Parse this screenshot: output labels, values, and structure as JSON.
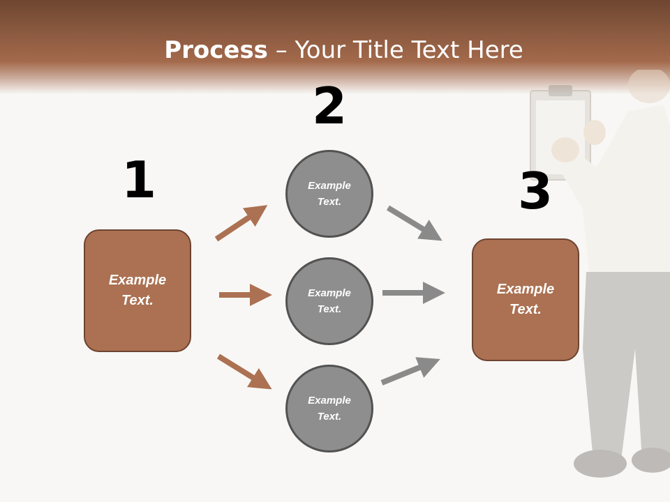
{
  "title": {
    "bold": "Process",
    "rest": " – Your Title Text Here"
  },
  "steps": [
    {
      "number": "1",
      "label": "Example\nText."
    },
    {
      "number": "2",
      "items": [
        "Example\nText.",
        "Example\nText.",
        "Example\nText."
      ]
    },
    {
      "number": "3",
      "label": "Example\nText."
    }
  ],
  "colors": {
    "accent_brown": "#ab7152",
    "header_brown": "#8b5a40",
    "circle_gray": "#8e8e8e",
    "arrow_gray": "#8a8a8a"
  }
}
